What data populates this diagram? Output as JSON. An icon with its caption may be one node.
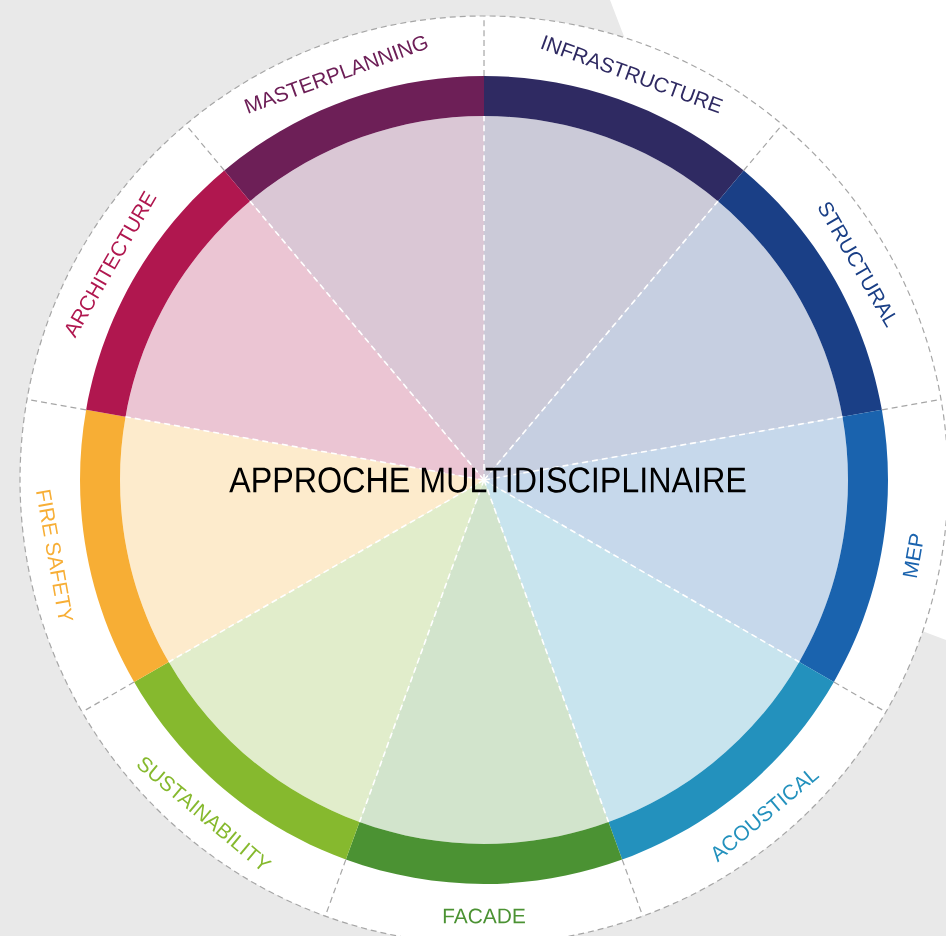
{
  "diagram": {
    "title": "APPROCHE MULTIDISCIPLINAIRE",
    "nodes": [
      {
        "text": [
          "MASTERPLANNING"
        ]
      },
      {
        "text": [
          "INFRASTRUCTURE"
        ]
      },
      {
        "text": [
          "STRUCTURAL"
        ]
      },
      {
        "text": [
          "MEP"
        ]
      },
      {
        "text": [
          "ACOUSTICAL"
        ]
      },
      {
        "text": [
          "FACADE"
        ]
      },
      {
        "text": [
          "SUSTAINABILITY"
        ]
      },
      {
        "text": [
          "FIRE SAFETY"
        ]
      },
      {
        "text": [
          "ARCHITECTURE"
        ]
      }
    ]
  }
}
